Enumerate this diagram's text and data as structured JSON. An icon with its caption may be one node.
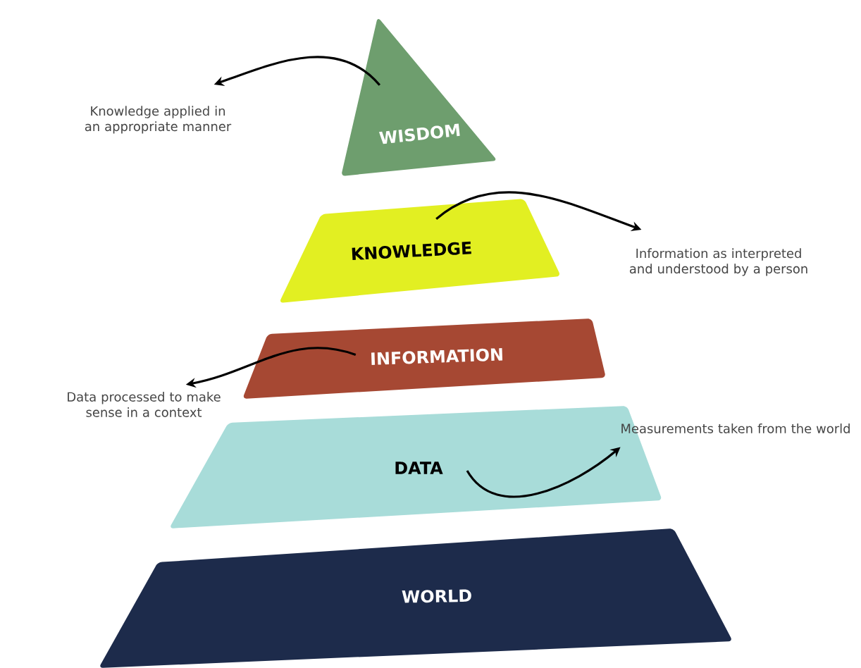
{
  "diagram": {
    "nodes": [
      {
        "text": [
          "WISDOM"
        ]
      },
      {
        "text": [
          "Knowledge applied in an appropriate manner"
        ]
      },
      {
        "text": [
          "KNOWLEDGE"
        ]
      },
      {
        "text": [
          "Information as interpreted and understood by a person"
        ]
      },
      {
        "text": [
          "INFORMATION"
        ]
      },
      {
        "text": [
          "Data processed to make sense in a context"
        ]
      },
      {
        "text": [
          "DATA"
        ]
      },
      {
        "text": [
          "Measurements taken from the world"
        ]
      },
      {
        "text": [
          "WORLD"
        ]
      }
    ],
    "edges": [
      {
        "from": 0,
        "to": 1,
        "arrow": "to"
      },
      {
        "from": 2,
        "to": 3,
        "arrow": "to"
      },
      {
        "from": 4,
        "to": 5,
        "arrow": "to"
      },
      {
        "from": 6,
        "to": 7,
        "arrow": "to"
      }
    ]
  }
}
